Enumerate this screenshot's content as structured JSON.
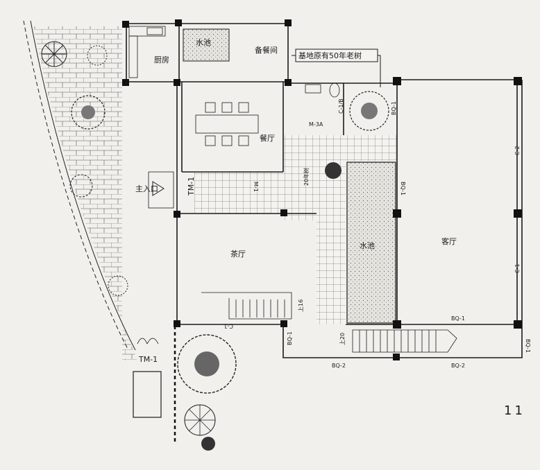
{
  "rooms": {
    "kitchen": "厨房",
    "pool_small": "水池",
    "prep_room": "备餐间",
    "dining": "餐厅",
    "tea_hall": "茶厅",
    "pool_big": "水池",
    "living": "客厅"
  },
  "callout": "基地原有50年老树",
  "labels": {
    "main_entry": "主入口",
    "tm1_a": "TM-1",
    "tm1_b": "TM-1",
    "m1": "M-1",
    "m3a": "M-3A",
    "tree20": "20年树",
    "c2": "C-2",
    "c1": "C-1",
    "c1b": "C-1",
    "c1s": "C-1/B",
    "bq1a": "BQ-1",
    "bq1b": "BQ-1",
    "bq1c": "BQ-1",
    "bq1d": "BQ-1",
    "bq1e": "BQ-1",
    "bq2a": "BQ-2",
    "bq2b": "BQ-2",
    "up16": "上16",
    "up20": "上20"
  },
  "page_number": "11",
  "colors": {
    "ink": "#1a1a1a",
    "paper": "#f1f0ec"
  }
}
